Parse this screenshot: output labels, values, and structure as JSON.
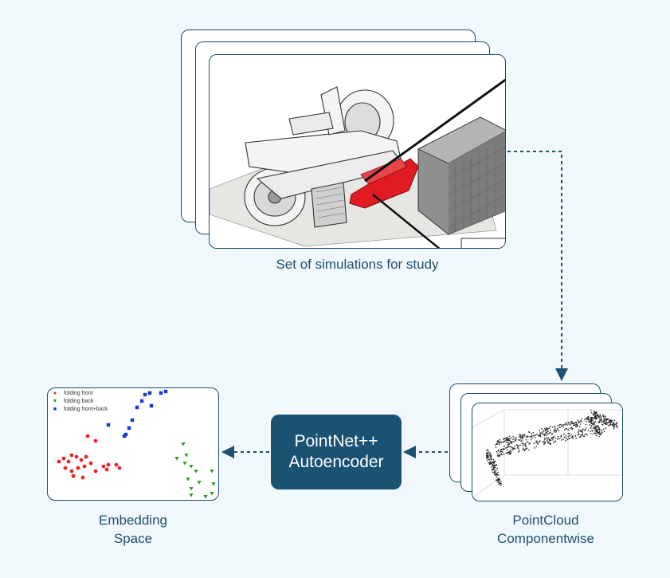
{
  "simulations": {
    "label": "Set of simulations for study"
  },
  "pointcloud": {
    "label_line1": "PointCloud",
    "label_line2": "Componentwise"
  },
  "autoencoder": {
    "line1": "PointNet++",
    "line2": "Autoencoder"
  },
  "embedding": {
    "label_line1": "Embedding",
    "label_line2": "Space",
    "legend": [
      {
        "name": "folding front",
        "color": "#e8262a",
        "marker": "circle"
      },
      {
        "name": "folding back",
        "color": "#2e9a22",
        "marker": "triangle-down"
      },
      {
        "name": "folding front+back",
        "color": "#1a35d6",
        "marker": "square"
      }
    ]
  },
  "colors": {
    "accent": "#1b5274",
    "highlight": "#e01b22",
    "background": "#f1f8fb"
  }
}
